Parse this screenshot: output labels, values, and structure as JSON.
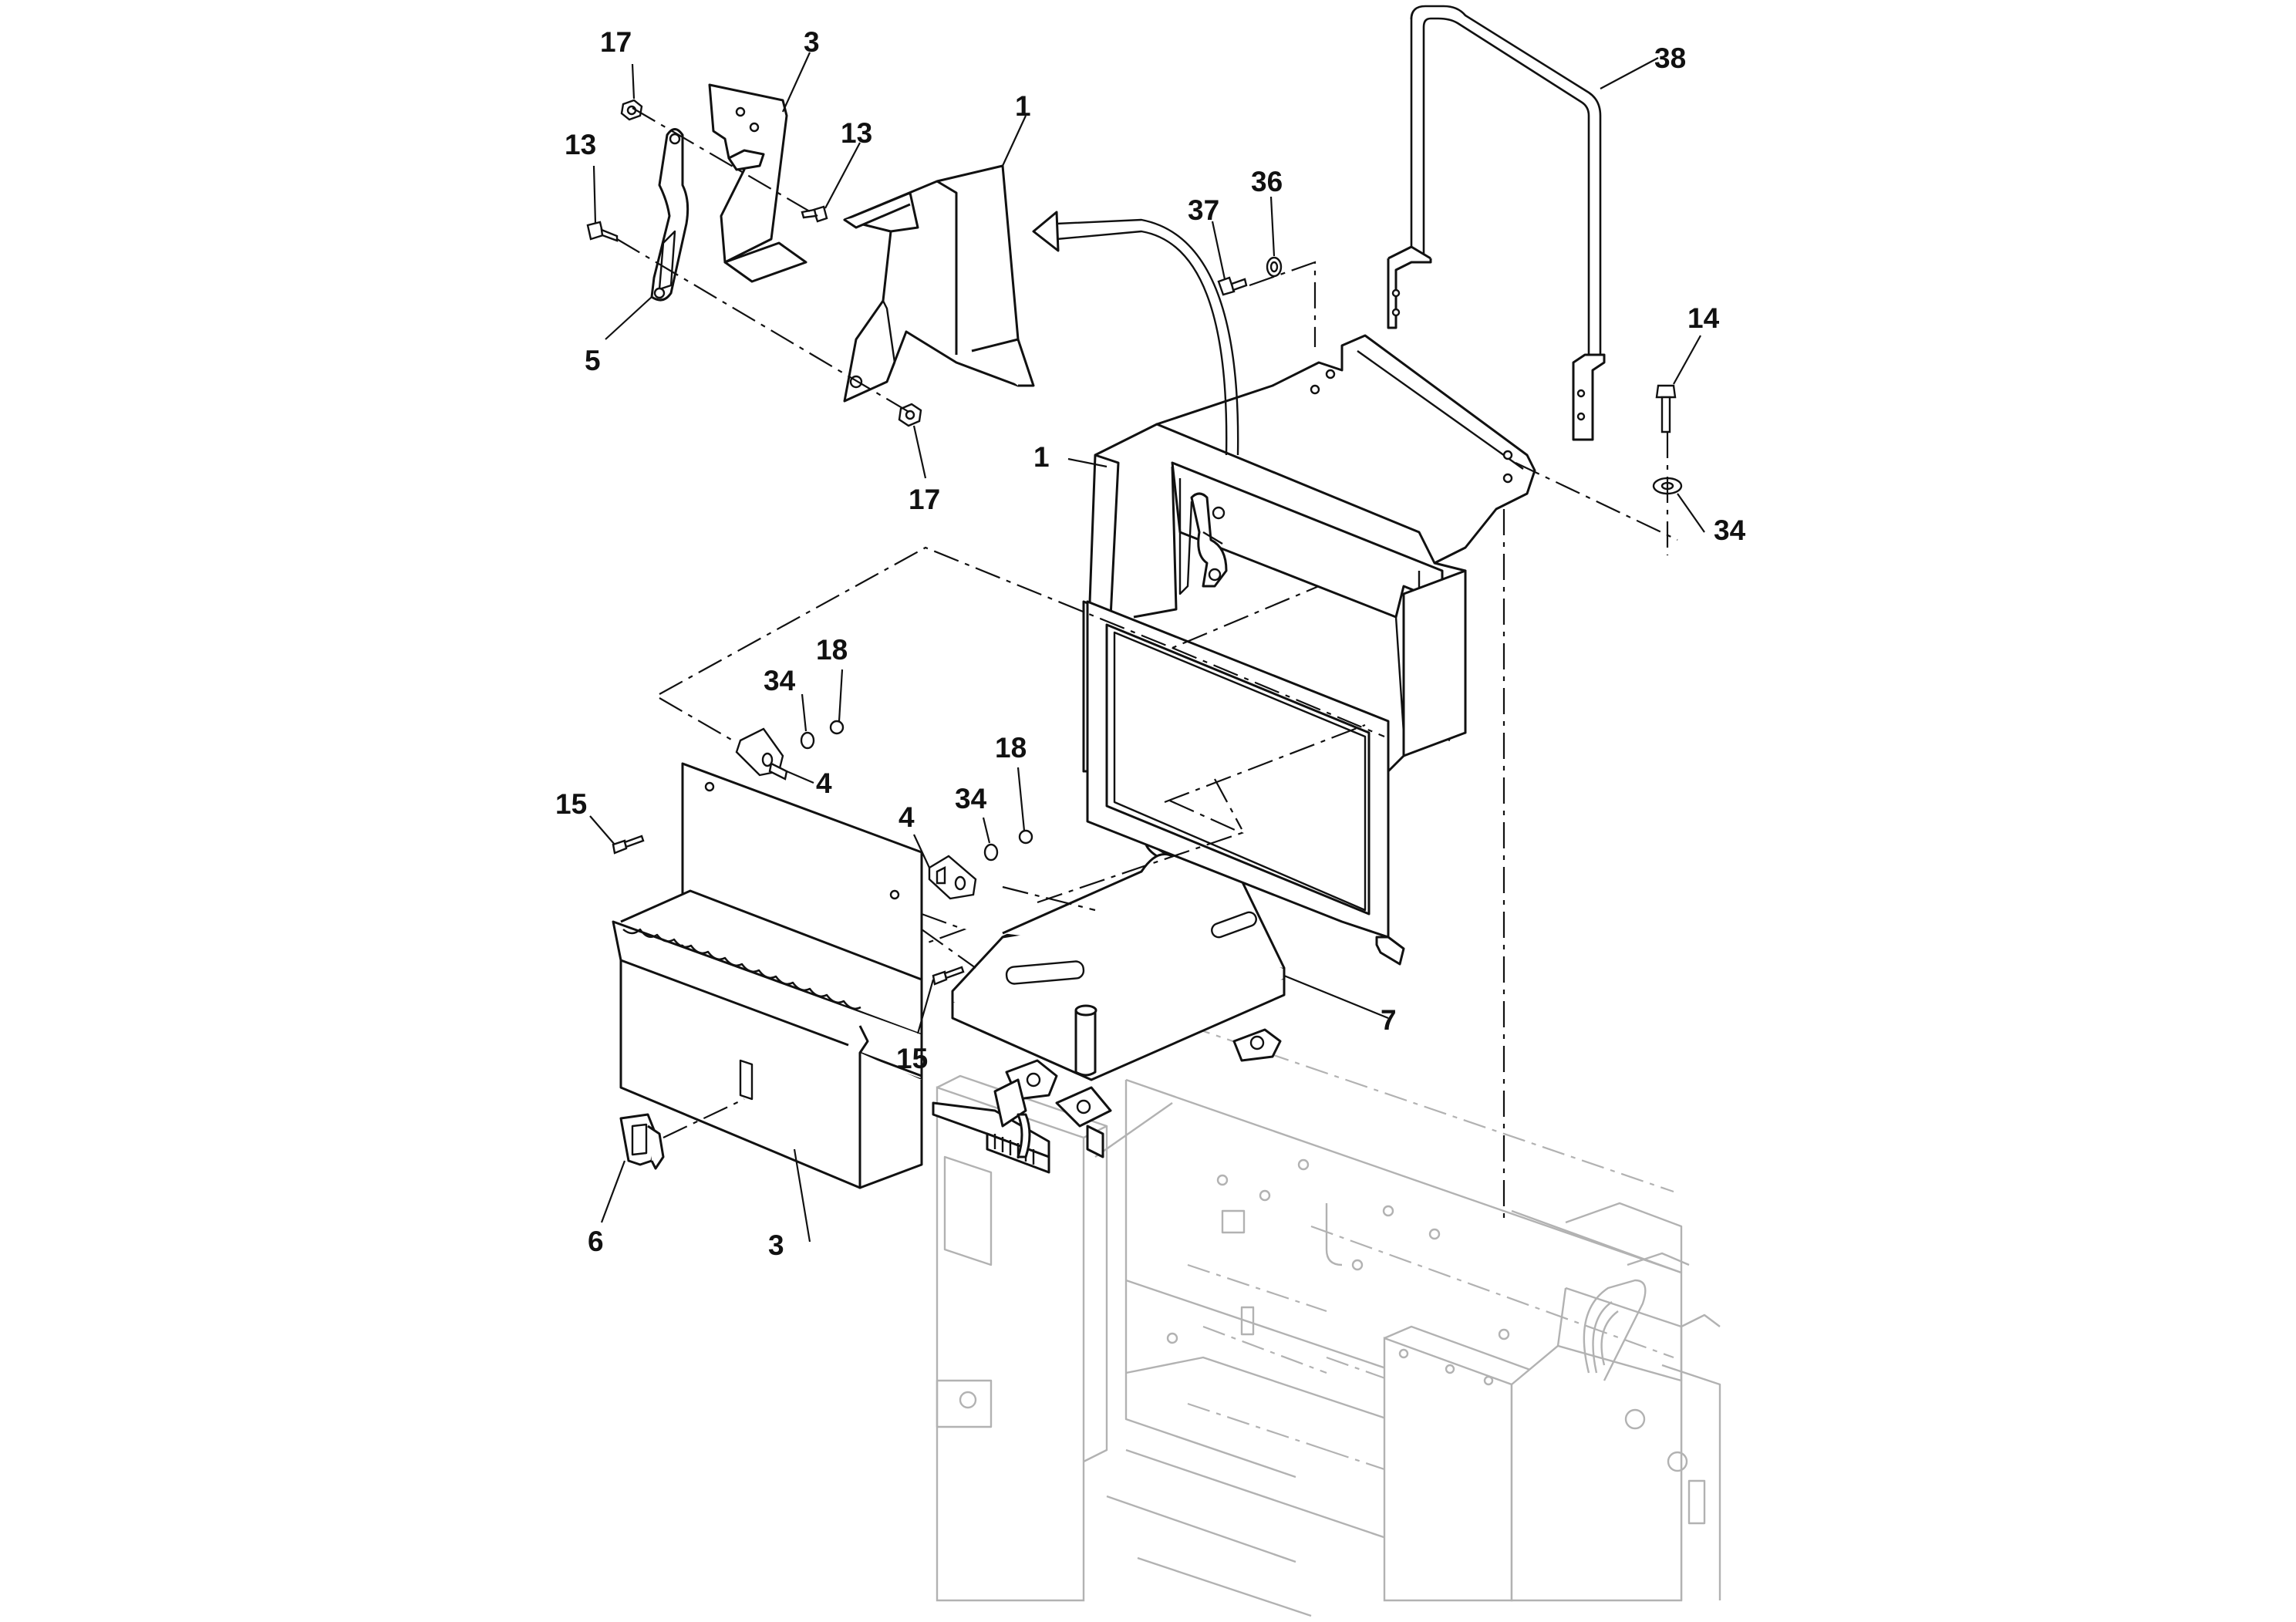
{
  "callouts": {
    "c17a": "17",
    "c3a": "3",
    "c13a": "13",
    "c13b": "13",
    "c1a": "1",
    "c5": "5",
    "c17b": "17",
    "c38": "38",
    "c36": "36",
    "c37": "37",
    "c14": "14",
    "c34a": "34",
    "c1b": "1",
    "c18a": "18",
    "c34b": "34",
    "c4a": "4",
    "c15a": "15",
    "c4b": "4",
    "c34c": "34",
    "c18b": "18",
    "c15b": "15",
    "c7": "7",
    "c6": "6",
    "c3b": "3"
  },
  "colors": {
    "line": "#111111",
    "frame": "#b2b2b2",
    "background": "#ffffff"
  }
}
